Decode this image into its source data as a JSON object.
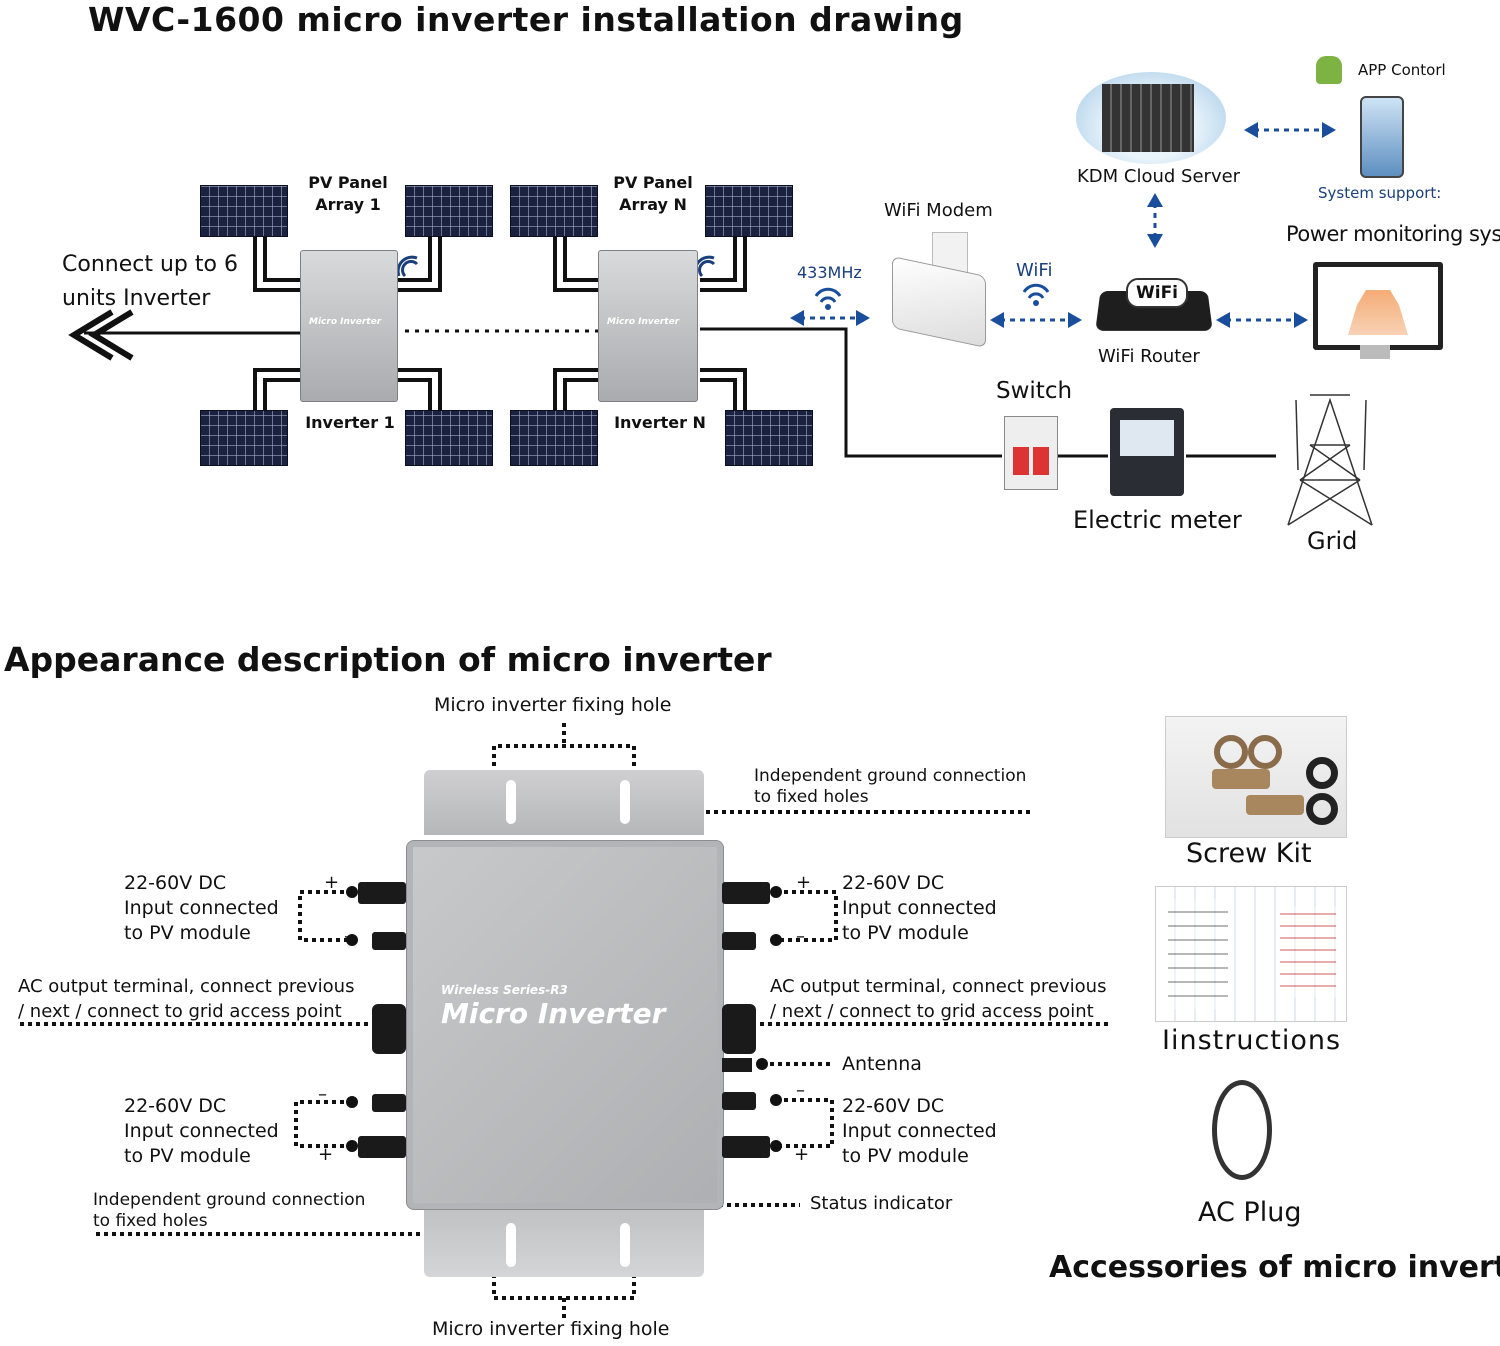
{
  "top": {
    "title": "WVC-1600 micro inverter installation drawing",
    "connect_label": "Connect up to 6\nunits Inverter",
    "array1_label": "PV  Panel\nArray 1",
    "arrayN_label": "PV  Panel\nArray N",
    "inverter1_label": "Inverter  1",
    "inverterN_label": "Inverter  N",
    "inverter_text": "Micro Inverter",
    "freq_label": "433MHz",
    "wifi_modem_label": "WiFi Modem",
    "wifi_label": "WiFi",
    "cloud_label": "KDM Cloud Server",
    "app_label": "APP Contorl",
    "system_support_label": "System support:",
    "power_monitor_label": "Power monitoring system",
    "router_label": "WiFi Router",
    "router_badge": "WiFi",
    "switch_label": "Switch",
    "meter_label": "Electric meter",
    "grid_label": "Grid"
  },
  "appearance": {
    "title": "Appearance description of micro inverter",
    "fixing_hole_top": "Micro inverter fixing hole",
    "fixing_hole_bottom": "Micro inverter fixing hole",
    "ground_top": "Independent ground connection\n to fixed holes",
    "ground_bottom": "Independent ground connection\n to fixed holes",
    "dc_left_top": "22-60V DC\nInput connected\nto PV module",
    "dc_right_top": "22-60V DC\nInput connected\nto PV module",
    "dc_left_bottom": "22-60V DC\nInput connected\nto PV module",
    "dc_right_bottom": "22-60V DC\nInput connected\nto PV module",
    "ac_left": "AC output terminal, connect previous\n/ next / connect to grid access point",
    "ac_right": "AC output terminal, connect previous\n/ next / connect to grid access point",
    "antenna": "Antenna",
    "status": "Status indicator",
    "series_text": "Wireless Series-R3",
    "inverter_text": "Micro Inverter",
    "plus": "+",
    "minus": "–"
  },
  "accessories": {
    "screw_kit": "Screw Kit",
    "instructions": "Iinstructions",
    "ac_plug": "AC Plug",
    "title": "Accessories of micro inverter"
  },
  "colors": {
    "arrow_blue": "#1a4d9c",
    "panel_dark": "#1b2240",
    "inverter_gray": "#c4c5c7"
  }
}
